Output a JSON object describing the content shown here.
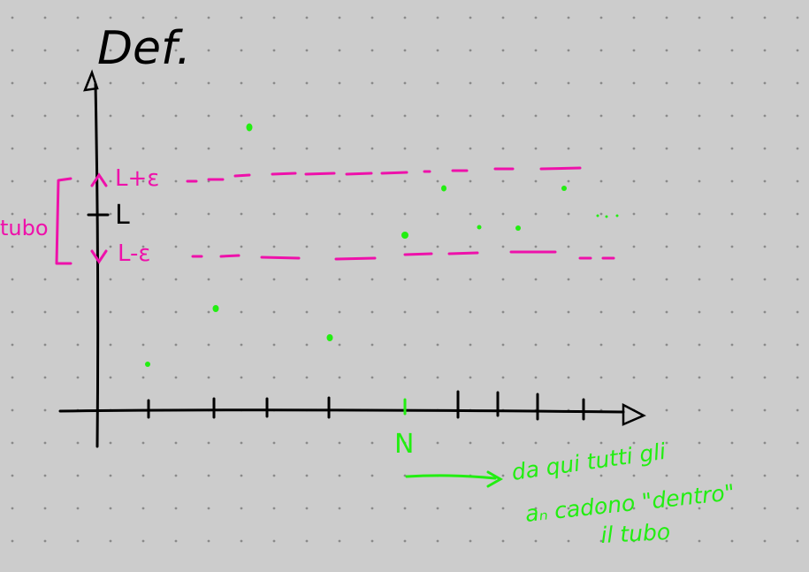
{
  "title": "Def.",
  "labels": {
    "upper": "L+ε",
    "center": "L",
    "lower": "L-ε",
    "tube": "tubo",
    "n_mark": "N",
    "note_line1": "da qui tutti gli",
    "note_line2": "aₙ cadono \"dentro\"",
    "note_line3": "il tubo"
  },
  "colors": {
    "background": "#cccccc",
    "ink": "#000000",
    "magenta": "#ee11aa",
    "green": "#22ee11",
    "grid_dot": "#8a8a8a"
  }
}
